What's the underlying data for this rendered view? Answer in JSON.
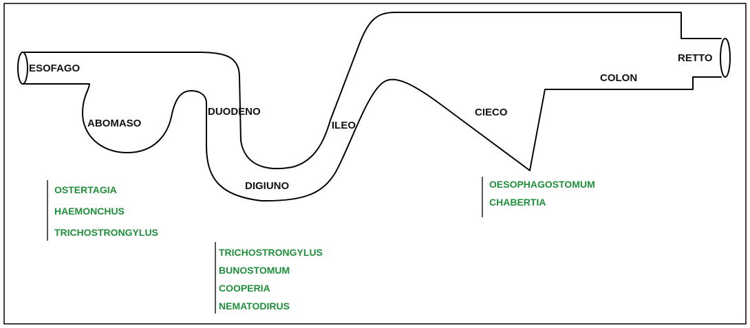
{
  "organs": {
    "esofago": "ESOFAGO",
    "abomaso": "ABOMASO",
    "duodeno": "DUODENO",
    "digiuno": "DIGIUNO",
    "ileo": "ILEO",
    "cieco": "CIECO",
    "colon": "COLON",
    "retto": "RETTO"
  },
  "parasite_groups": {
    "abomaso": [
      "OSTERTAGIA",
      "HAEMONCHUS",
      "TRICHOSTRONGYLUS"
    ],
    "intestino_tenue": [
      "TRICHOSTRONGYLUS",
      "BUNOSTOMUM",
      "COOPERIA",
      "NEMATODIRUS"
    ],
    "grosso_intestino": [
      "OESOPHAGOSTOMUM",
      "CHABERTIA"
    ]
  },
  "colors": {
    "parasite_text": "#1f8f3a",
    "outline": "#000000"
  }
}
